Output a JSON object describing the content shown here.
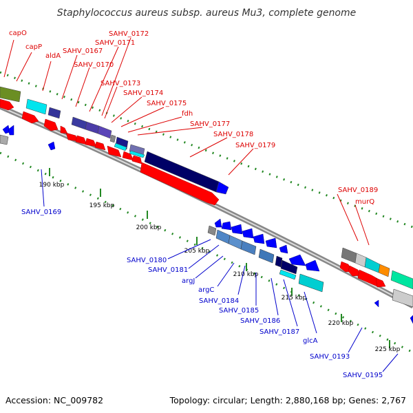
{
  "title": "Staphylococcus aureus subsp. aureus Mu3, complete genome",
  "footer": {
    "accession": "Accession: NC_009782",
    "summary": "Topology: circular; Length: 2,880,168 bp; Genes: 2,767"
  },
  "ticks": [
    "190 kbp",
    "195 kbp",
    "200 kbp",
    "205 kbp",
    "210 kbp",
    "215 kbp",
    "220 kbp",
    "225 kbp"
  ],
  "forward_genes": [
    "capO",
    "capP",
    "aldA",
    "SAHV_0167",
    "SAHV_0170",
    "SAHV_0171",
    "SAHV_0172",
    "SAHV_0173",
    "SAHV_0174",
    "SAHV_0175",
    "fdh",
    "SAHV_0177",
    "SAHV_0178",
    "SAHV_0179",
    "SAHV_0189",
    "murQ"
  ],
  "reverse_genes": [
    "SAHV_0169",
    "SAHV_0180",
    "SAHV_0181",
    "argJ",
    "argC",
    "SAHV_0184",
    "SAHV_0185",
    "SAHV_0186",
    "SAHV_0187",
    "glcA",
    "SAHV_0193",
    "SAHV_0195"
  ],
  "colors": {
    "forward_cds": "#ff0000",
    "reverse_cds": "#0000ff",
    "backbone": "#999999",
    "tick_dots": "#228822"
  }
}
